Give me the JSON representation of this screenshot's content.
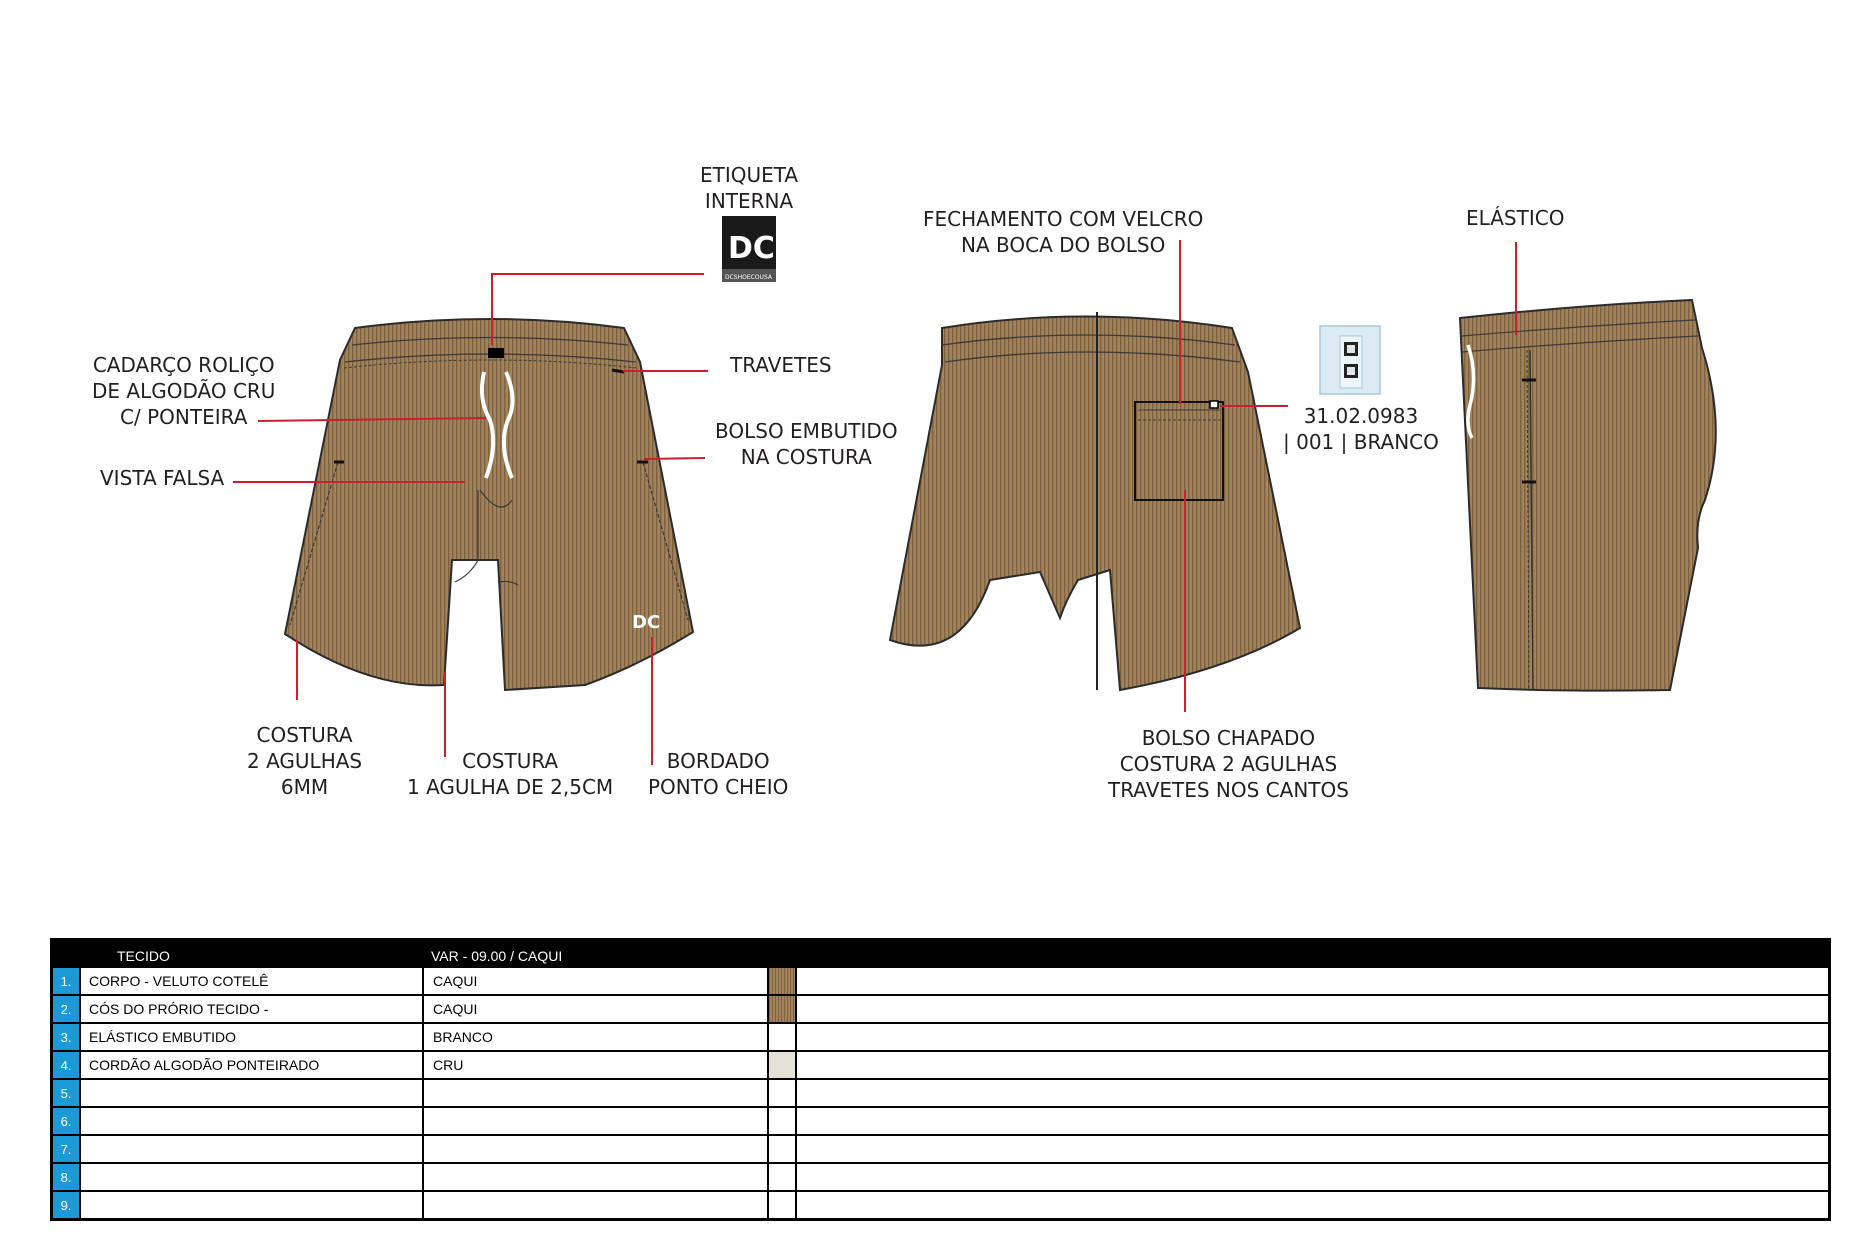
{
  "labels": {
    "etiqueta": "ETIQUETA\nINTERNA",
    "cadarco": "CADARÇO ROLIÇO\nDE ALGODÃO CRU\nC/ PONTEIRA",
    "vista": "VISTA FALSA",
    "travetes": "TRAVETES",
    "bolso_embutido": "BOLSO EMBUTIDO\nNA COSTURA",
    "costura2": "COSTURA\n2 AGULHAS\n6MM",
    "costura1": "COSTURA\n1 AGULHA DE 2,5CM",
    "bordado": "BORDADO\nPONTO CHEIO",
    "fechamento": "FECHAMENTO COM VELCRO\nNA BOCA DO BOLSO",
    "velcro_ref": "31.02.0983\n| 001 | BRANCO",
    "bolso_chapado": "BOLSO CHAPADO\nCOSTURA 2 AGULHAS\nTRAVETES NOS CANTOS",
    "elastico": "ELÁSTICO"
  },
  "logo_text": "DCSHOECOUSA",
  "colors": {
    "fabric": "#9a7b52",
    "callout": "#c8202f",
    "cru": "#e6e1d7",
    "accent_blue": "#1a9bd7"
  },
  "table": {
    "header": {
      "col1": "TECIDO",
      "col2": "VAR - 09.00 / CAQUI"
    },
    "rows": [
      {
        "num": "1.",
        "name": "CORPO - VELUTO COTELÊ",
        "var": "CAQUI",
        "swatch": "fabric"
      },
      {
        "num": "2.",
        "name": "CÓS DO PRÓRIO TECIDO -",
        "var": "CAQUI",
        "swatch": "fabric"
      },
      {
        "num": "3.",
        "name": "ELÁSTICO EMBUTIDO",
        "var": "BRANCO",
        "swatch": "white"
      },
      {
        "num": "4.",
        "name": "CORDÃO ALGODÃO  PONTEIRADO",
        "var": "CRU",
        "swatch": "cru"
      },
      {
        "num": "5.",
        "name": "",
        "var": "",
        "swatch": "white"
      },
      {
        "num": "6.",
        "name": "",
        "var": "",
        "swatch": "white"
      },
      {
        "num": "7.",
        "name": "",
        "var": "",
        "swatch": "white"
      },
      {
        "num": "8.",
        "name": "",
        "var": "",
        "swatch": "white"
      },
      {
        "num": "9.",
        "name": "",
        "var": "",
        "swatch": "white"
      }
    ]
  }
}
